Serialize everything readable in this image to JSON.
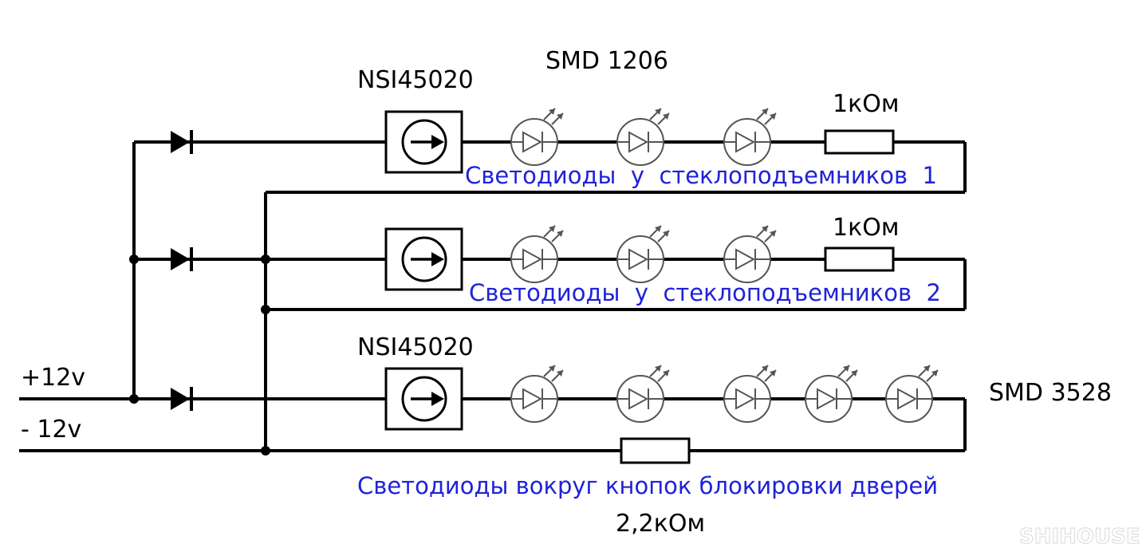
{
  "supply": {
    "positive": "+12v",
    "negative": "- 12v"
  },
  "labels": {
    "driver_top": "NSI45020",
    "driver_bottom": "NSI45020",
    "led_top": "SMD 1206",
    "led_bottom": "SMD 3528",
    "resistor_row1": "1кОм",
    "resistor_row2": "1кОм",
    "resistor_row3": "2,2кОм"
  },
  "captions": {
    "row1": "Светодиоды  у  стеклоподъемников  1",
    "row2": "Светодиоды  у  стеклоподъемников  2",
    "row3": "Светодиоды вокруг кнопок блокировки дверей"
  },
  "watermark": "SHIHOUSE",
  "colors": {
    "wire": "#000000",
    "caption": "#1f22d8",
    "led": "#555555"
  }
}
